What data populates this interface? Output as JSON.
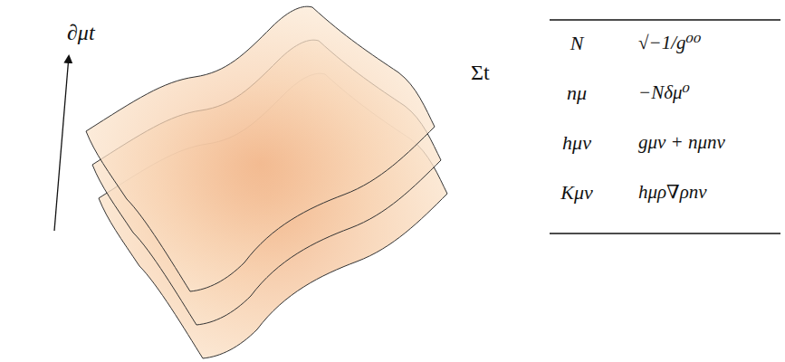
{
  "diagram": {
    "labels": [
      "∂μt",
      "Σt",
      "N",
      "√−1/g⁰⁰",
      "nμ",
      "−Nδμ⁰",
      "hμν",
      "gμν + nμnν",
      "Kμν",
      "hμρ∇ρnν"
    ]
  }
}
